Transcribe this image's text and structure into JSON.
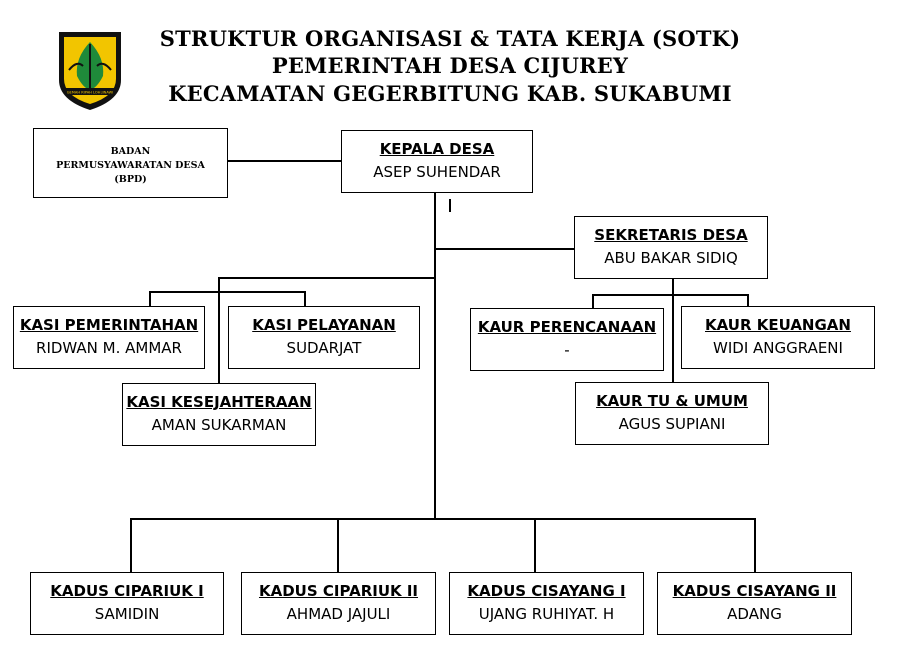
{
  "header": {
    "title_line1": "STRUKTUR ORGANISASI & TATA KERJA (SOTK)",
    "title_line2": "PEMERINTAH DESA CIJUREY",
    "title_line3": "KECAMATAN GEGERBITUNG KAB. SUKABUMI",
    "logo_icon": "regency-emblem-icon",
    "logo_text": "GEMAH RIPAH LOH JINAWI"
  },
  "bpd": {
    "line1": "BADAN",
    "line2": "PERMUSYAWARATAN DESA",
    "line3": "(BPD)"
  },
  "kepala_desa": {
    "position": "KEPALA DESA",
    "name": "ASEP SUHENDAR"
  },
  "sekretaris": {
    "position": "SEKRETARIS DESA",
    "name": "ABU BAKAR SIDIQ"
  },
  "kasi": [
    {
      "position": "KASI PEMERINTAHAN",
      "name": "RIDWAN M. AMMAR"
    },
    {
      "position": "KASI PELAYANAN",
      "name": "SUDARJAT"
    },
    {
      "position": "KASI KESEJAHTERAAN",
      "name": "AMAN SUKARMAN"
    }
  ],
  "kaur": [
    {
      "position": "KAUR PERENCANAAN",
      "name": "-"
    },
    {
      "position": "KAUR KEUANGAN",
      "name": "WIDI ANGGRAENI"
    },
    {
      "position": "KAUR TU & UMUM",
      "name": "AGUS SUPIANI"
    }
  ],
  "kadus": [
    {
      "position": "KADUS CIPARIUK I",
      "name": "SAMIDIN"
    },
    {
      "position": "KADUS CIPARIUK II",
      "name": "AHMAD JAJULI"
    },
    {
      "position": "KADUS CISAYANG I",
      "name": "UJANG RUHIYAT. H"
    },
    {
      "position": "KADUS CISAYANG II",
      "name": "ADANG"
    }
  ],
  "colors": {
    "emblem_black": "#111111",
    "emblem_yellow": "#f2c500",
    "emblem_green": "#1f8a3a"
  }
}
